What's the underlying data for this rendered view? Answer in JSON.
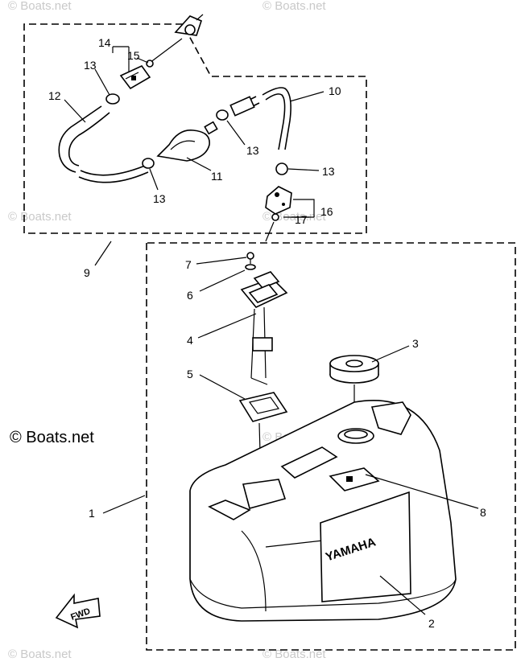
{
  "diagram": {
    "watermark": "© Boats.net",
    "copyright": "© Boats.net",
    "brand": "YAMAHA",
    "direction_label": "FWD",
    "callouts": [
      "1",
      "2",
      "3",
      "4",
      "5",
      "6",
      "7",
      "8",
      "9",
      "10",
      "11",
      "12",
      "13",
      "13",
      "13",
      "13",
      "14",
      "15",
      "16",
      "17"
    ]
  }
}
